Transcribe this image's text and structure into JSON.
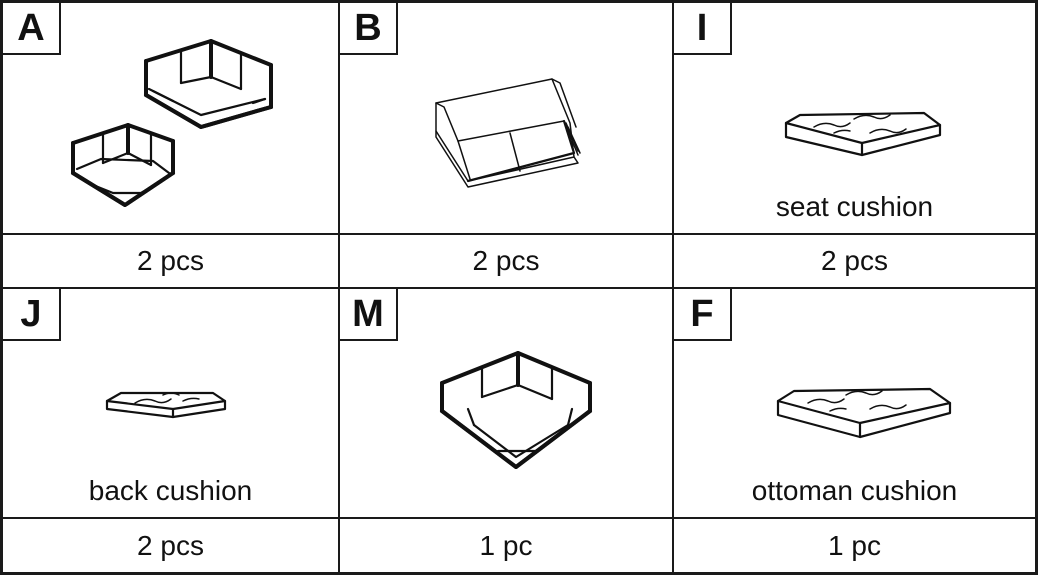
{
  "parts": [
    {
      "letter": "A",
      "name": "",
      "quantity": "2 pcs"
    },
    {
      "letter": "B",
      "name": "",
      "quantity": "2 pcs"
    },
    {
      "letter": "I",
      "name": "seat cushion",
      "quantity": "2 pcs"
    },
    {
      "letter": "J",
      "name": "back cushion",
      "quantity": "2 pcs"
    },
    {
      "letter": "M",
      "name": "",
      "quantity": "1 pc"
    },
    {
      "letter": "F",
      "name": "ottoman cushion",
      "quantity": "1 pc"
    }
  ]
}
